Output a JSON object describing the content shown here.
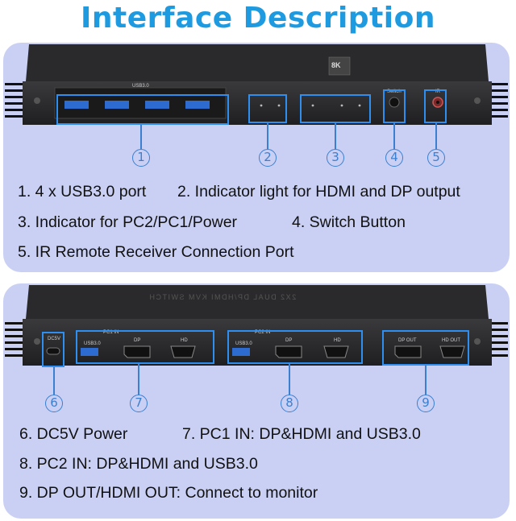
{
  "title": "Interface Description",
  "front_panel": {
    "device_labels": {
      "badge": "8K",
      "usb_group": "USB3.0",
      "switch": "Switch",
      "ir": "IR"
    },
    "markers": [
      "1",
      "2",
      "3",
      "4",
      "5"
    ],
    "descriptions": [
      "1. 4 x USB3.0 port",
      "2. Indicator light for HDMI and DP output",
      "3. Indicator for PC2/PC1/Power",
      "4. Switch Button",
      "5. IR Remote Receiver Connection Port"
    ]
  },
  "rear_panel": {
    "device_labels": {
      "top_text": "2X2 DUAL DP/HDMI KVM SWITCH",
      "dc": "DC5V",
      "pc1": "PC1 IN",
      "pc2": "PC2 IN",
      "usb": "USB3.0",
      "dp": "DP",
      "hd": "HD",
      "dp_out": "DP OUT",
      "hd_out": "HD OUT"
    },
    "markers": [
      "6",
      "7",
      "8",
      "9"
    ],
    "descriptions": [
      "6. DC5V Power",
      "7. PC1 IN: DP&HDMI and USB3.0",
      "8. PC2 IN: DP&HDMI and USB3.0",
      "9.  DP OUT/HDMI OUT: Connect to monitor"
    ]
  },
  "colors": {
    "title": "#1e9be0",
    "panel_bg": "#c9d0f4",
    "callout": "#2f8ff0",
    "device": "#2b2b2d"
  }
}
